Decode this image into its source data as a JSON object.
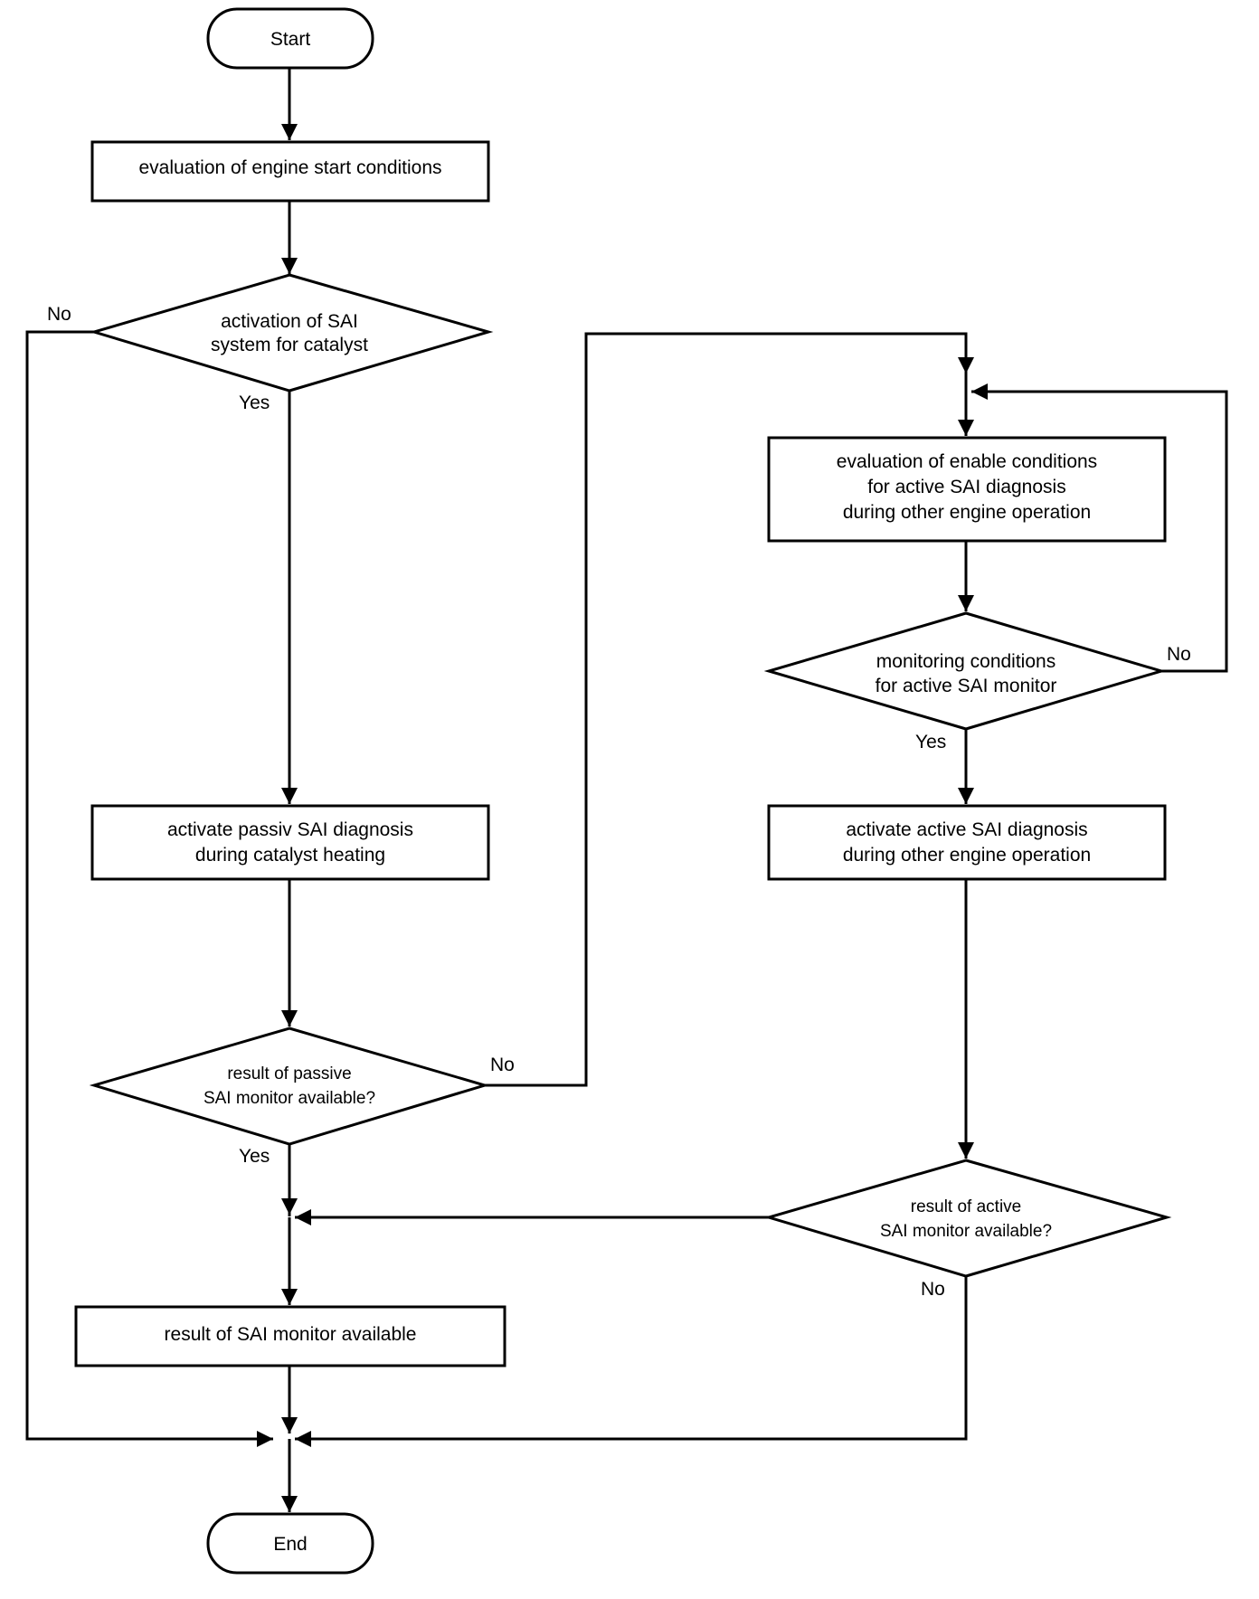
{
  "nodes": {
    "start": "Start",
    "eval_start": "evaluation of engine start conditions",
    "activation_sai": [
      "activation of SAI",
      "system for catalyst"
    ],
    "activate_passive": [
      "activate passiv SAI diagnosis",
      "during catalyst heating"
    ],
    "result_passive": [
      "result of passive",
      "SAI monitor available?"
    ],
    "eval_enable": [
      "evaluation of enable conditions",
      "for active SAI diagnosis",
      "during other engine operation"
    ],
    "monitoring_conditions": [
      "monitoring conditions",
      "for active SAI monitor"
    ],
    "activate_active": [
      "activate active SAI diagnosis",
      "during other engine operation"
    ],
    "result_active": [
      "result of active",
      "SAI monitor available?"
    ],
    "result_available": "result of SAI monitor available",
    "end": "End"
  },
  "labels": {
    "no_activation": "No",
    "yes_activation": "Yes",
    "no_passive": "No",
    "yes_passive": "Yes",
    "no_monitoring": "No",
    "yes_monitoring": "Yes",
    "no_active": "No"
  },
  "colors": {
    "stroke": "#000000",
    "fill": "#ffffff"
  }
}
